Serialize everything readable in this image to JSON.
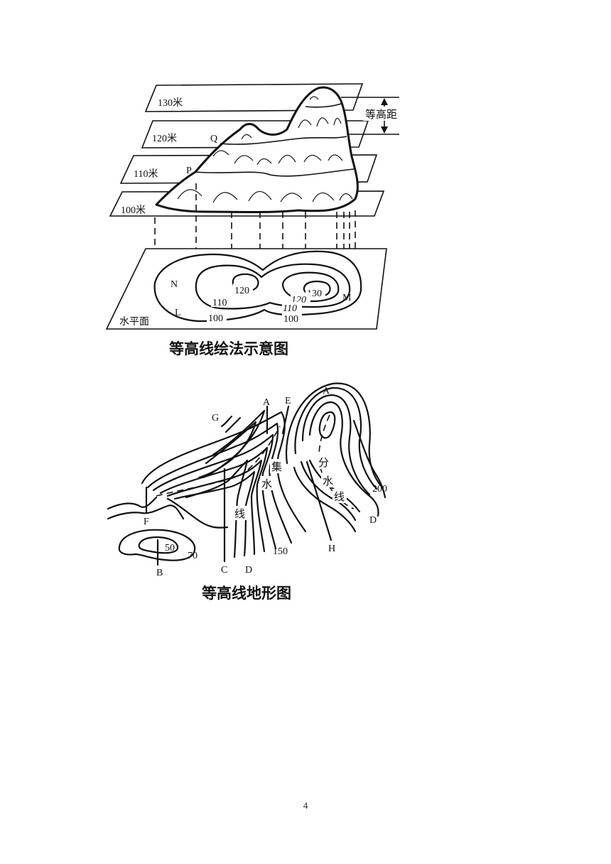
{
  "figure1": {
    "caption": "等高线绘法示意图",
    "planes": [
      "130米",
      "120米",
      "110米",
      "100米"
    ],
    "interval_label": "等高距",
    "base_plane": "水平面",
    "points": [
      "Q",
      "P",
      "N",
      "L",
      "M"
    ],
    "contours": [
      "120",
      "130",
      "110",
      "100",
      "120",
      "110",
      "100"
    ]
  },
  "figure2": {
    "caption": "等高线地形图",
    "letters": [
      "A",
      "E",
      "A",
      "G",
      "F",
      "B",
      "C",
      "D",
      "H",
      "D"
    ],
    "valley_label": [
      "集",
      "水",
      "线"
    ],
    "ridge_label": [
      "分",
      "水",
      "线"
    ],
    "contours": [
      "200",
      "150",
      "50",
      "70"
    ]
  },
  "page_number": "4"
}
